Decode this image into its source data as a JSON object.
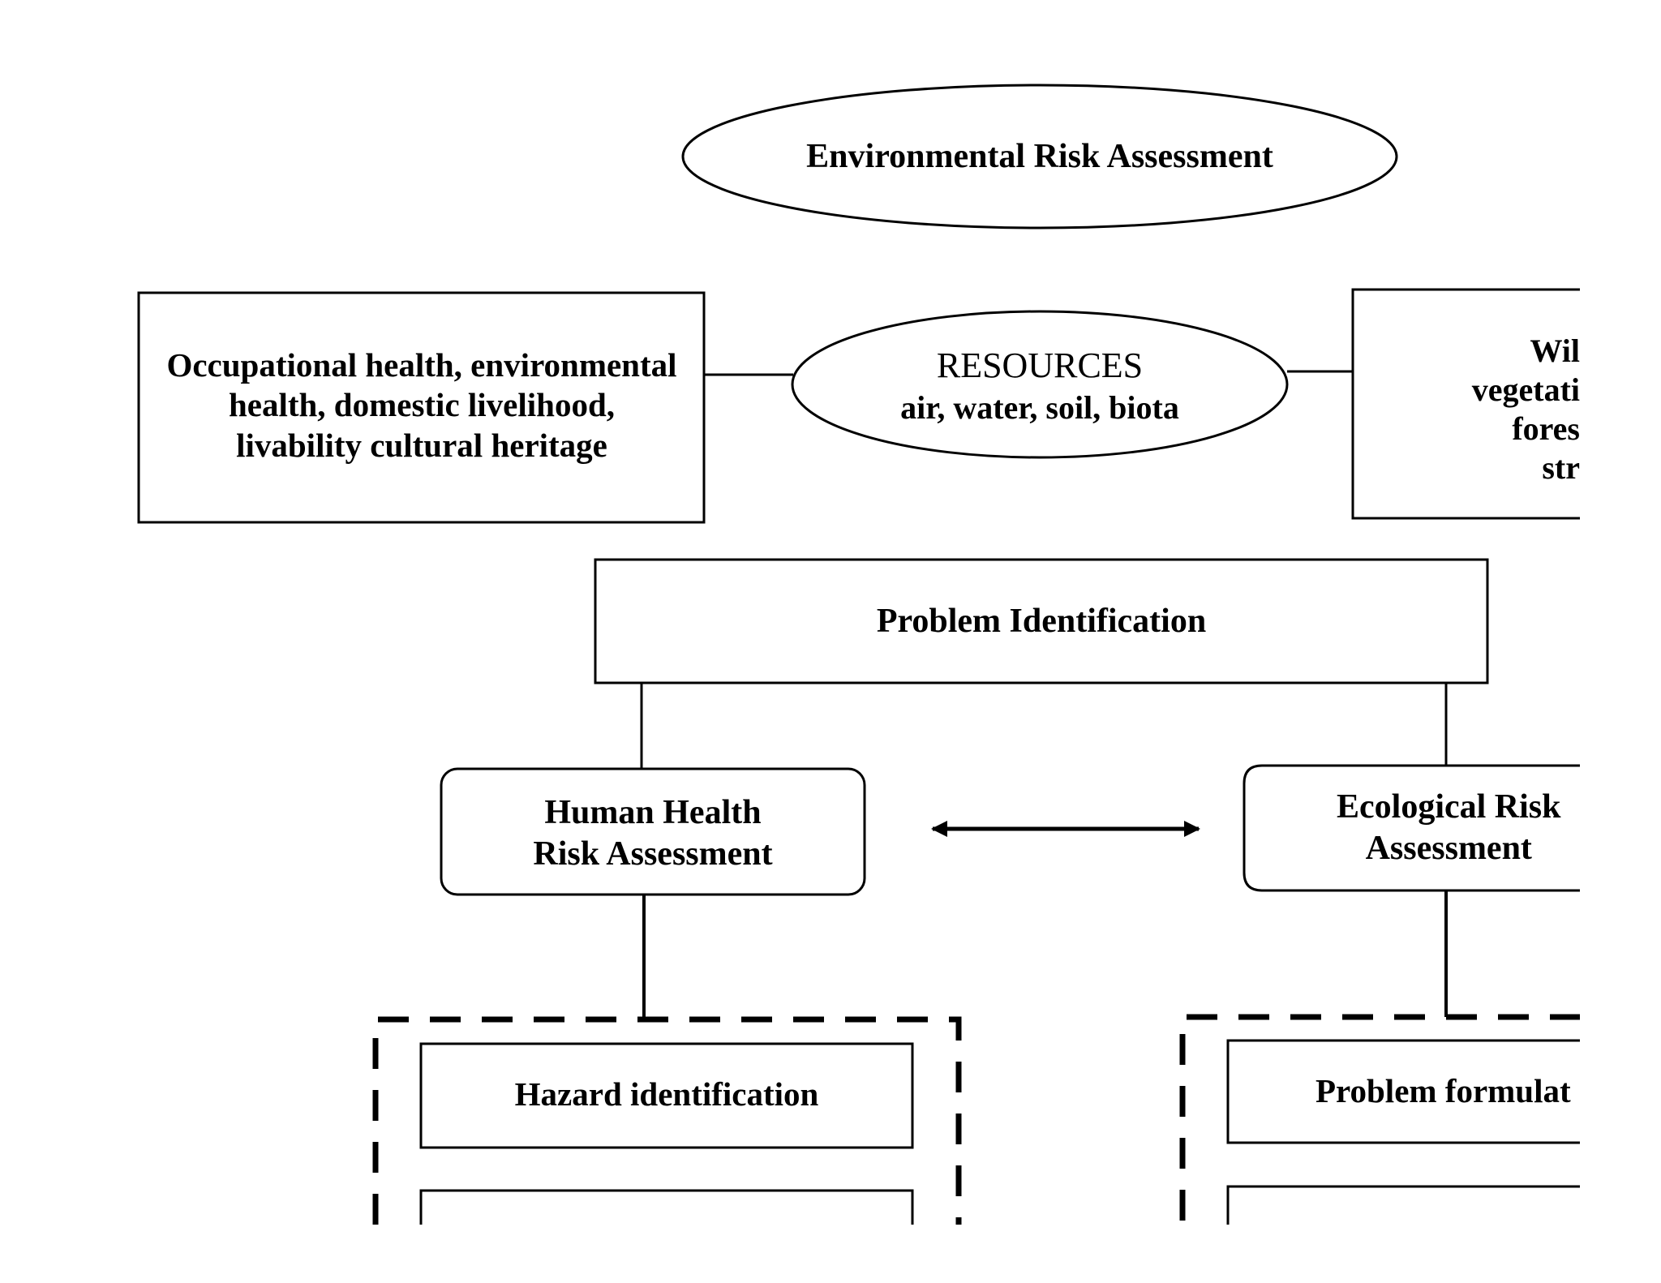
{
  "nodes": {
    "top_ellipse": "Environmental Risk Assessment",
    "left_box": "Occupational health, environmental\nhealth, domestic livelihood,\nlivability cultural heritage",
    "resources_title": "RESOURCES",
    "resources_list": "air, water, soil, biota",
    "right_box_partial": "Wil\nvegetati\nfores\nstr",
    "problem_identification": "Problem Identification",
    "human_health": "Human Health\nRisk Assessment",
    "ecological_risk_partial": "Ecological Risk\nAssessment",
    "hazard_identification": "Hazard identification",
    "problem_formulation_partial": "Problem formulat"
  },
  "colors": {
    "ink": "#000000",
    "paper": "#ffffff"
  }
}
